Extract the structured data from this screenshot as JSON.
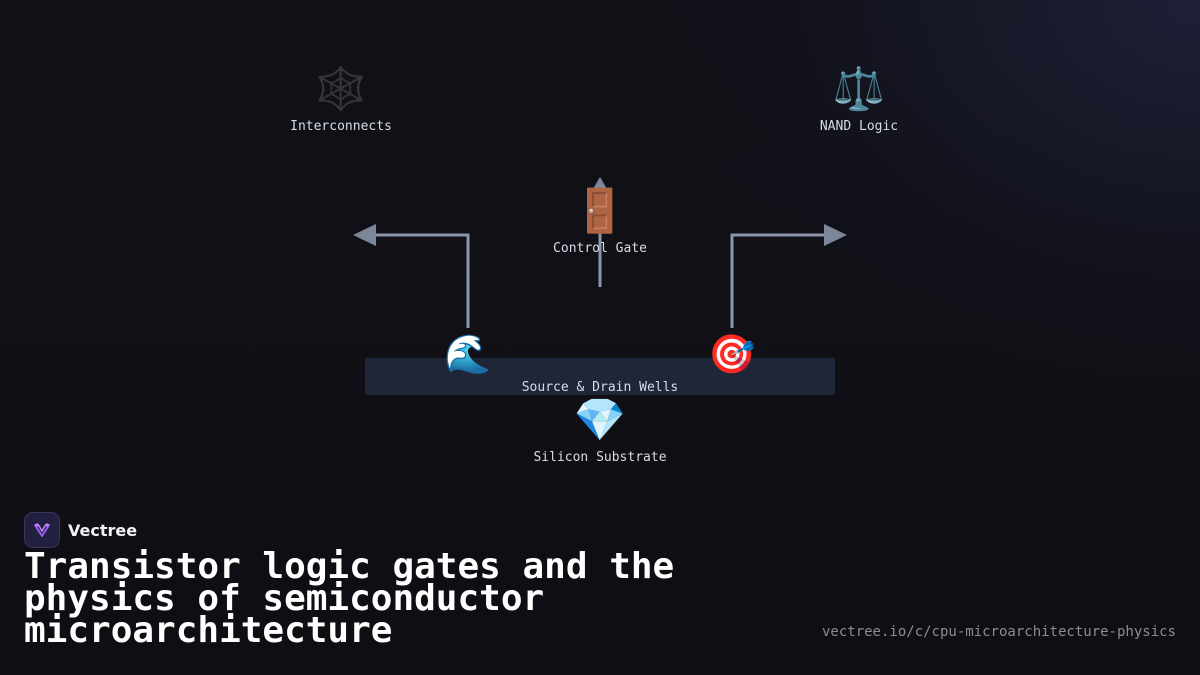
{
  "diagram": {
    "nodes": {
      "interconnects": {
        "icon": "🕸️",
        "icon_name": "spider-web-icon",
        "label": "Interconnects"
      },
      "nand_logic": {
        "icon": "⚖️",
        "icon_name": "balance-scale-icon",
        "label": "NAND Logic"
      },
      "control_gate": {
        "icon": "🚪",
        "icon_name": "door-icon",
        "label": "Control Gate"
      },
      "source_drain": {
        "label": "Source & Drain Wells"
      },
      "silicon_substrate": {
        "icon": "💎",
        "icon_name": "gem-icon",
        "label": "Silicon Substrate"
      }
    },
    "well_icons": {
      "left": {
        "icon": "🌊",
        "icon_name": "wave-icon"
      },
      "right": {
        "icon": "🎯",
        "icon_name": "target-icon"
      }
    },
    "colors": {
      "connector": "#8b96a8",
      "well_bar": "#1e2638"
    }
  },
  "brand": {
    "name": "Vectree",
    "icon_name": "vectree-logo-icon"
  },
  "title": "Transistor logic gates and the physics of semiconductor microarchitecture",
  "url": "vectree.io/c/cpu-microarchitecture-physics"
}
